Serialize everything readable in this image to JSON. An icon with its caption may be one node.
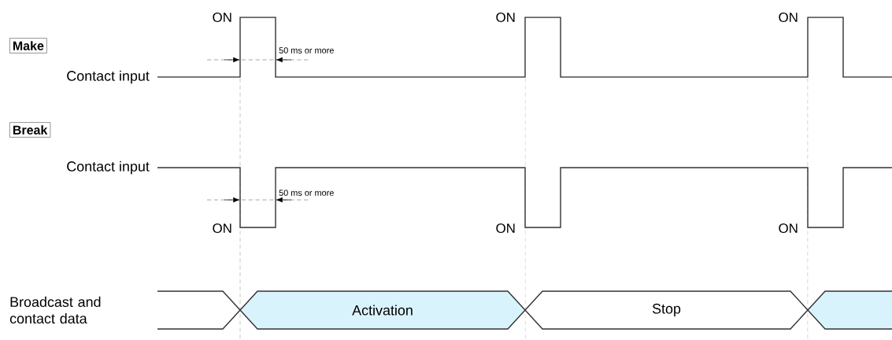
{
  "diagram": {
    "nodes": [
      {
        "text": [
          "Make"
        ]
      },
      {
        "text": [
          "Break"
        ]
      },
      {
        "text": [
          "Activation"
        ]
      },
      {
        "text": [
          "Stop"
        ]
      },
      {
        "text": [],
        "shape": "hexagon"
      }
    ],
    "labels": [
      "ON",
      "ON",
      "ON",
      "50 ms or more",
      "Contact input",
      "Contact input",
      "50 ms or more",
      "ON",
      "ON",
      "ON",
      "Broadcast and contact data"
    ]
  }
}
